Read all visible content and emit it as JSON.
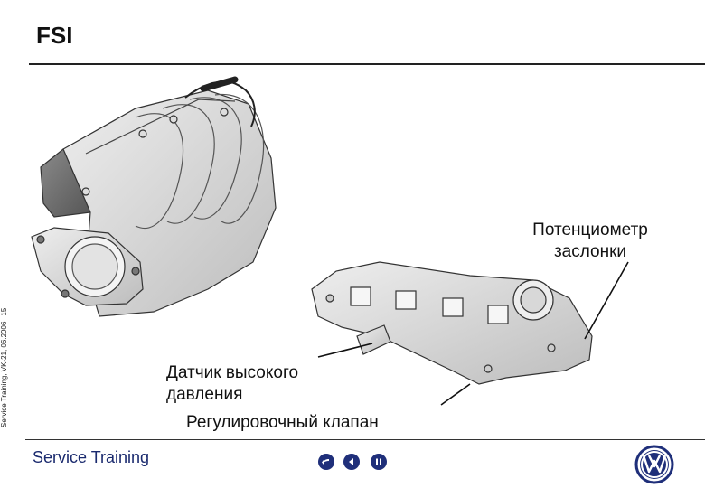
{
  "slide": {
    "title": "FSI"
  },
  "side_meta": {
    "text": "Service Training, VK-21, 06.2006",
    "page": "15"
  },
  "labels": {
    "throttle_potentiometer": "Потенциометр\nзаслонки",
    "pressure_sensor_line1": "Датчик высокого",
    "pressure_sensor_line2": "давления",
    "control_valve": "Регулировочный клапан"
  },
  "footer": {
    "brand": "Service Training"
  },
  "nav": [
    {
      "name": "back-icon"
    },
    {
      "name": "previous-icon"
    },
    {
      "name": "pause-icon"
    }
  ],
  "colors": {
    "accent": "#1f2f7a",
    "brand_text": "#1a2a6e"
  }
}
